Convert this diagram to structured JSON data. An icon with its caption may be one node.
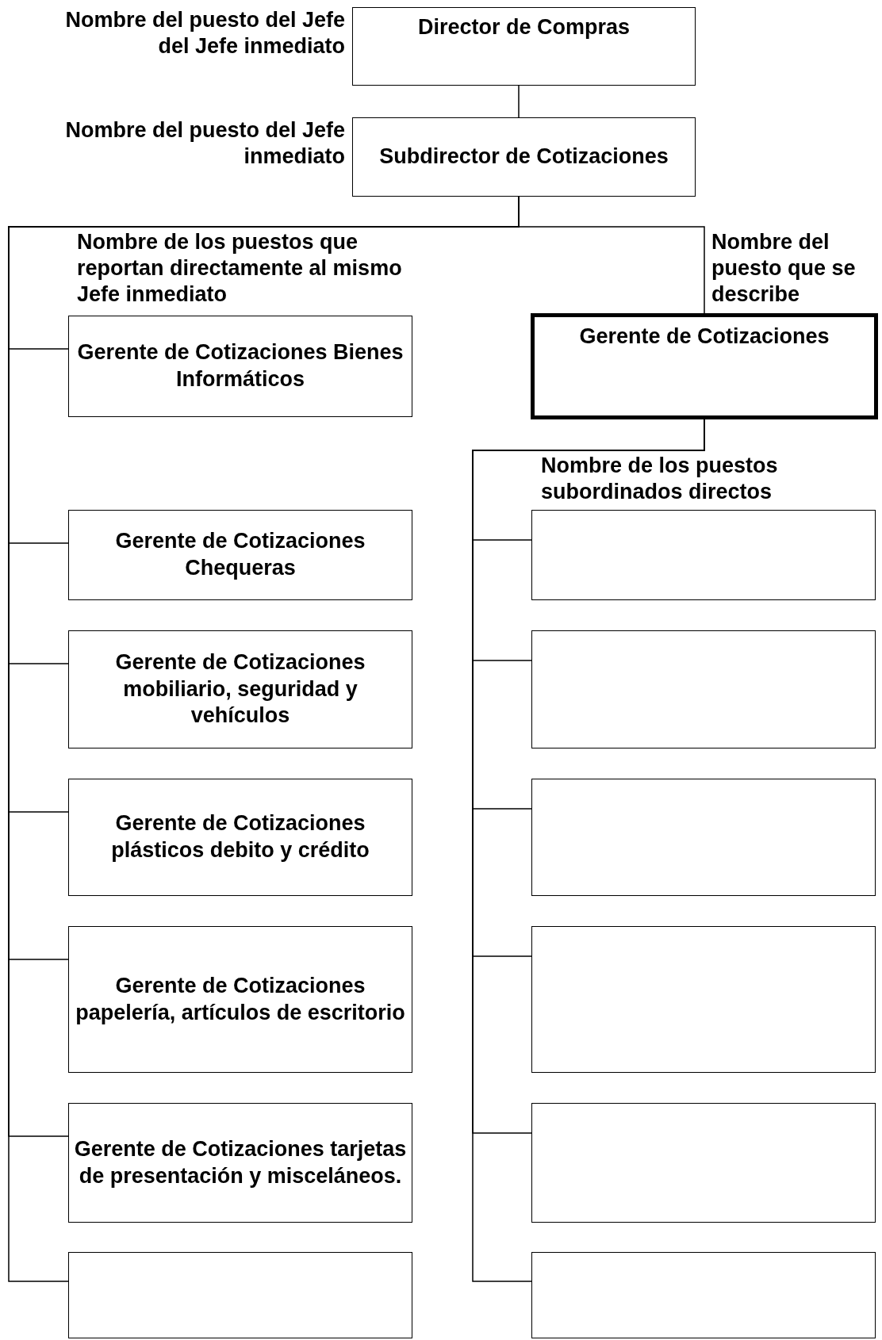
{
  "diagram": {
    "nodes": [
      {
        "text": [
          "Director de Compras"
        ],
        "beside": [
          "Nombre del puesto del Jefe del Jefe inmediato"
        ]
      },
      {
        "text": [
          "Subdirector de Cotizaciones"
        ],
        "beside": [
          "Nombre del puesto del Jefe inmediato"
        ]
      },
      {
        "text": [
          "Gerente de Cotizaciones Bienes Informáticos"
        ]
      },
      {
        "text": [
          "Gerente de Cotizaciones Chequeras"
        ]
      },
      {
        "text": [
          "Gerente de Cotizaciones mobiliario, seguridad y vehículos"
        ]
      },
      {
        "text": [
          "Gerente de Cotizaciones plásticos debito y crédito"
        ]
      },
      {
        "text": [
          "Gerente de Cotizaciones papelería, artículos de escritorio"
        ]
      },
      {
        "text": [
          "Gerente de Cotizaciones tarjetas de presentación y misceláneos."
        ]
      },
      {
        "text": [],
        "shape": "box"
      },
      {
        "text": [
          "Gerente de Cotizaciones"
        ],
        "beside": [
          "Nombre del puesto que se describe"
        ]
      },
      {
        "text": [],
        "shape": "box"
      },
      {
        "text": [],
        "shape": "box"
      },
      {
        "text": [],
        "shape": "box"
      },
      {
        "text": [],
        "shape": "box"
      },
      {
        "text": [],
        "shape": "box"
      },
      {
        "text": [],
        "shape": "box"
      }
    ],
    "edges": [
      {
        "from": 0,
        "to": 1,
        "arrow": "none"
      },
      {
        "from": 1,
        "to": 2,
        "arrow": "none"
      },
      {
        "from": 1,
        "to": 3,
        "arrow": "none"
      },
      {
        "from": 1,
        "to": 4,
        "arrow": "none"
      },
      {
        "from": 1,
        "to": 5,
        "arrow": "none"
      },
      {
        "from": 1,
        "to": 6,
        "arrow": "none"
      },
      {
        "from": 1,
        "to": 7,
        "arrow": "none"
      },
      {
        "from": 1,
        "to": 8,
        "arrow": "none"
      },
      {
        "from": 1,
        "to": 9,
        "arrow": "none"
      },
      {
        "from": 9,
        "to": 10,
        "arrow": "none"
      },
      {
        "from": 9,
        "to": 11,
        "arrow": "none"
      },
      {
        "from": 9,
        "to": 12,
        "arrow": "none"
      },
      {
        "from": 9,
        "to": 13,
        "arrow": "none"
      },
      {
        "from": 9,
        "to": 14,
        "arrow": "none"
      },
      {
        "from": 9,
        "to": 15,
        "arrow": "none"
      }
    ],
    "labels": [
      "Nombre de los puestos que reportan directamente al mismo Jefe inmediato",
      "Nombre de los puestos subordinados directos"
    ]
  }
}
